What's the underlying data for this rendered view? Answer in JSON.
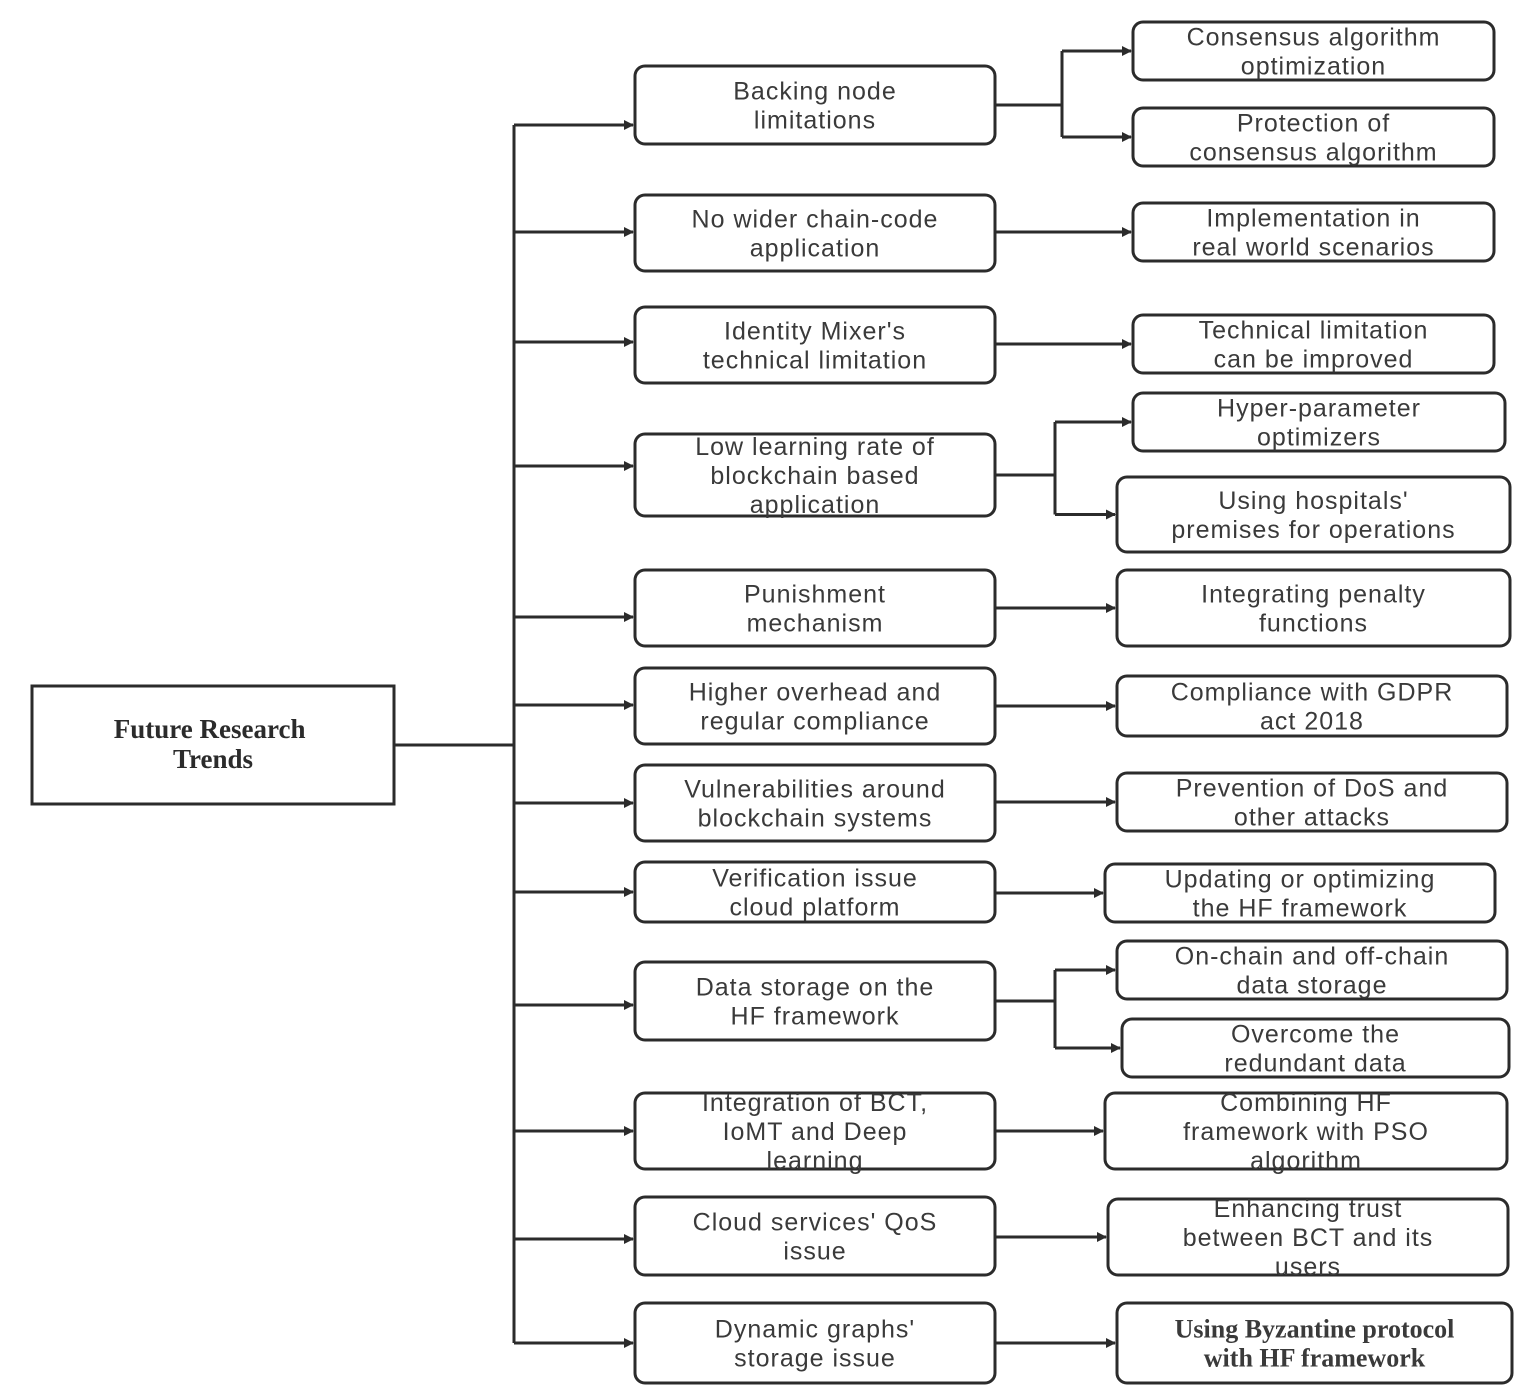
{
  "root": "Future Research Trends",
  "root_lines": [
    "Future Research",
    "Trends"
  ],
  "branches": [
    {
      "name": "backing-node",
      "lines": [
        "Backing node",
        "limitations"
      ],
      "outcomes": [
        {
          "name": "consensus-optimization",
          "lines": [
            "Consensus algorithm",
            "optimization"
          ]
        },
        {
          "name": "consensus-protection",
          "lines": [
            "Protection of",
            "consensus algorithm"
          ]
        }
      ]
    },
    {
      "name": "chain-code",
      "lines": [
        "No wider chain-code",
        "application"
      ],
      "outcomes": [
        {
          "name": "real-world-implementation",
          "lines": [
            "Implementation in",
            "real world scenarios"
          ]
        }
      ]
    },
    {
      "name": "identity-mixer",
      "lines": [
        "Identity Mixer's",
        "technical limitation"
      ],
      "outcomes": [
        {
          "name": "technical-improvement",
          "lines": [
            "Technical limitation",
            "can be improved"
          ]
        }
      ]
    },
    {
      "name": "learning-rate",
      "lines": [
        "Low learning rate of",
        "blockchain based",
        "application"
      ],
      "outcomes": [
        {
          "name": "hyper-parameter",
          "lines": [
            "Hyper-parameter",
            "optimizers"
          ]
        },
        {
          "name": "hospital-premises",
          "lines": [
            "Using hospitals'",
            "premises for operations"
          ]
        }
      ]
    },
    {
      "name": "punishment",
      "lines": [
        "Punishment",
        "mechanism"
      ],
      "outcomes": [
        {
          "name": "penalty-functions",
          "lines": [
            "Integrating penalty",
            "functions"
          ]
        }
      ]
    },
    {
      "name": "overhead",
      "lines": [
        "Higher overhead and",
        "regular compliance"
      ],
      "outcomes": [
        {
          "name": "gdpr-compliance",
          "lines": [
            "Compliance with GDPR",
            "act 2018"
          ]
        }
      ]
    },
    {
      "name": "vulnerabilities",
      "lines": [
        "Vulnerabilities around",
        "blockchain systems"
      ],
      "outcomes": [
        {
          "name": "dos-prevention",
          "lines": [
            "Prevention of DoS and",
            "other attacks"
          ]
        }
      ]
    },
    {
      "name": "verification",
      "lines": [
        "Verification issue",
        "cloud platform"
      ],
      "outcomes": [
        {
          "name": "hf-update",
          "lines": [
            "Updating or optimizing",
            "the HF framework"
          ]
        }
      ]
    },
    {
      "name": "data-storage",
      "lines": [
        "Data storage on the",
        "HF framework"
      ],
      "outcomes": [
        {
          "name": "on-off-chain",
          "lines": [
            "On-chain and off-chain",
            "data storage"
          ]
        },
        {
          "name": "redundant-data",
          "lines": [
            "Overcome the",
            "redundant data"
          ]
        }
      ]
    },
    {
      "name": "bct-iomt",
      "lines": [
        "Integration of BCT,",
        "IoMT and Deep",
        "learning"
      ],
      "outcomes": [
        {
          "name": "pso-combination",
          "lines": [
            "Combining HF",
            "framework with PSO",
            "algorithm"
          ]
        }
      ]
    },
    {
      "name": "cloud-qos",
      "lines": [
        "Cloud services' QoS",
        "issue"
      ],
      "outcomes": [
        {
          "name": "trust-enhancement",
          "lines": [
            "Enhancing trust",
            "between BCT and its",
            "users"
          ]
        }
      ]
    },
    {
      "name": "dynamic-graphs",
      "lines": [
        "Dynamic graphs'",
        "storage issue"
      ],
      "outcomes": [
        {
          "name": "byzantine-protocol",
          "lines": [
            "Using Byzantine protocol",
            "with HF framework"
          ],
          "serif": true
        }
      ]
    }
  ]
}
